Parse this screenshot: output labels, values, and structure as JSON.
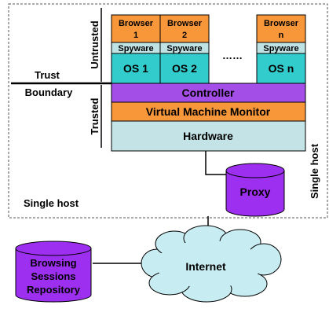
{
  "labels": {
    "untrusted": "Untrusted",
    "trusted": "Trusted",
    "trust": "Trust",
    "boundary": "Boundary",
    "single_host_left": "Single host",
    "single_host_right": "Single host"
  },
  "vms": [
    {
      "browser_line1": "Browser",
      "browser_line2": "1",
      "spyware": "Spyware",
      "os": "OS 1"
    },
    {
      "browser_line1": "Browser",
      "browser_line2": "2",
      "spyware": "Spyware",
      "os": "OS 2"
    },
    {
      "browser_line1": "Browser",
      "browser_line2": "n",
      "spyware": "Spyware",
      "os": "OS n"
    }
  ],
  "ellipsis": "……",
  "layers": {
    "controller": "Controller",
    "vmm": "Virtual Machine Monitor",
    "hardware": "Hardware"
  },
  "proxy": "Proxy",
  "internet": "Internet",
  "repository": {
    "line1": "Browsing",
    "line2": "Sessions",
    "line3": "Repository"
  },
  "colors": {
    "browser": "#f7973a",
    "spyware": "#bfe3e5",
    "os": "#33cccc",
    "controller": "#a44ee8",
    "vmm": "#f7973a",
    "hardware": "#c3e3e6",
    "cylinder": "#9d2ff0",
    "cloud": "#c7ecf2"
  }
}
